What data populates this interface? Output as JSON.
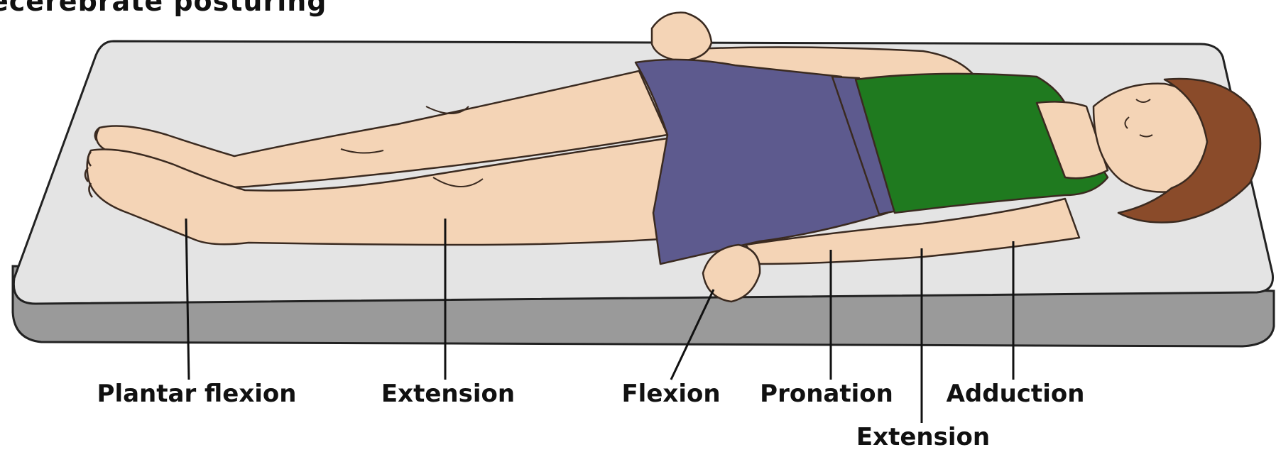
{
  "title": "ecerebrate posturing",
  "labels": {
    "plantar_flexion": "Plantar flexion",
    "leg_extension": "Extension",
    "flexion": "Flexion",
    "pronation": "Pronation",
    "adduction": "Adduction",
    "arm_extension": "Extension"
  },
  "colors": {
    "skin": "#f4d4b6",
    "skin_outline": "#3a2a20",
    "shorts": "#5d5a8e",
    "shirt": "#1f7a1f",
    "hair": "#8a4b2a",
    "mat_top": "#e4e4e4",
    "mat_side": "#9a9a9a"
  }
}
